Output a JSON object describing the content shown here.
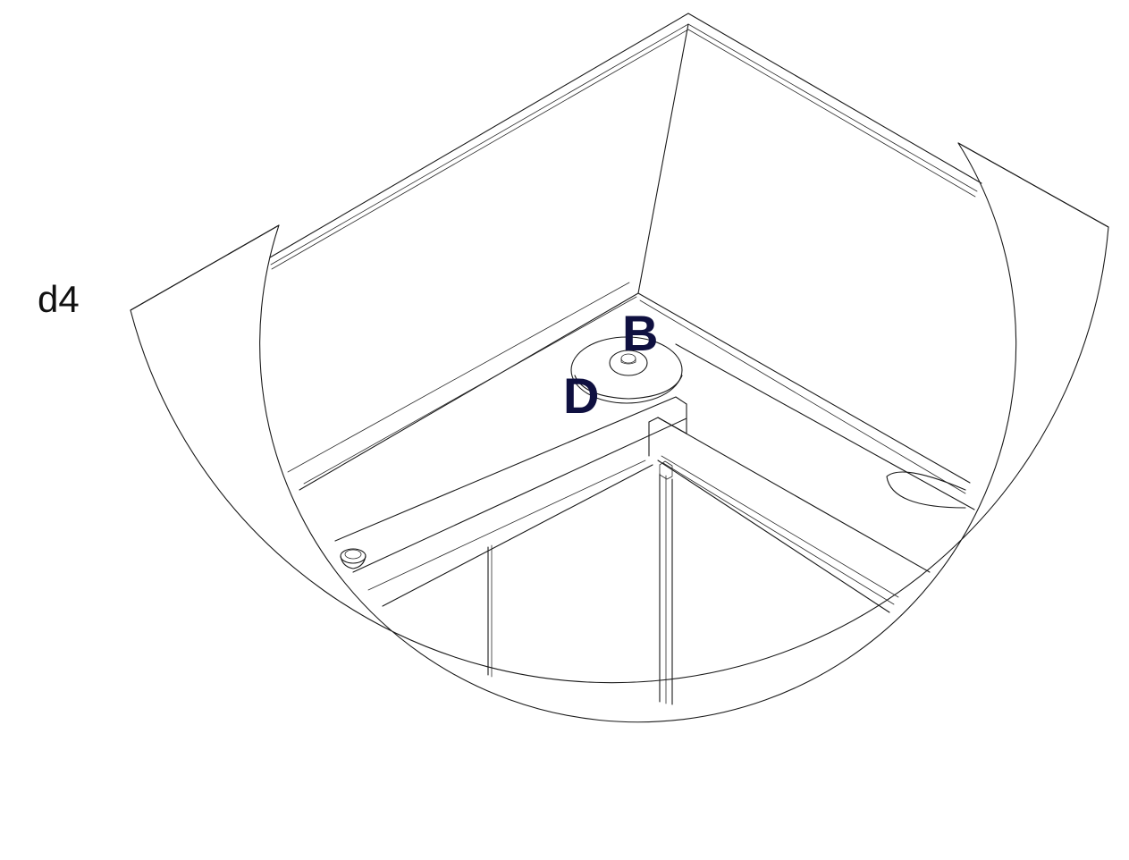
{
  "step_label": "d4",
  "callouts": {
    "b": "B",
    "d": "D"
  },
  "colors": {
    "callout": "#0f1040",
    "line": "#1a1a1a",
    "background": "#ffffff"
  }
}
